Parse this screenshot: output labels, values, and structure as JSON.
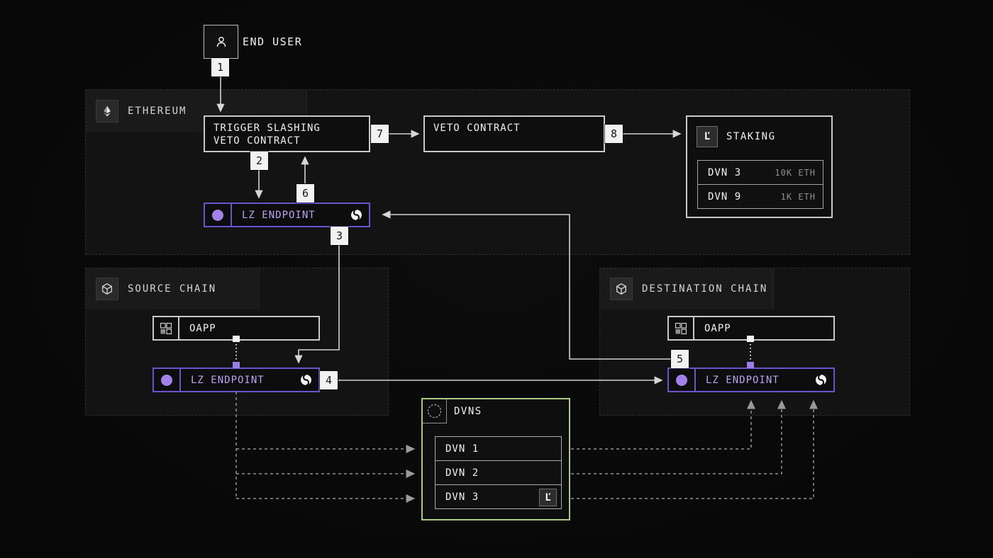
{
  "end_user": {
    "label": "END USER"
  },
  "sections": {
    "ethereum": {
      "label": "ETHEREUM"
    },
    "source": {
      "label": "SOURCE CHAIN"
    },
    "destination": {
      "label": "DESTINATION CHAIN"
    }
  },
  "nodes": {
    "trigger": {
      "line1": "TRIGGER SLASHING",
      "line2": "VETO CONTRACT"
    },
    "veto": {
      "label": "VETO CONTRACT"
    },
    "staking": {
      "label": "STAKING",
      "rows": [
        {
          "name": "DVN 3",
          "stake": "10K ETH"
        },
        {
          "name": "DVN 9",
          "stake": "1K ETH"
        }
      ]
    },
    "endpoint_label": "LZ ENDPOINT",
    "oapp_label": "OAPP",
    "dvns": {
      "label": "DVNS",
      "rows": [
        "DVN 1",
        "DVN 2",
        "DVN 3"
      ]
    }
  },
  "steps": [
    "1",
    "2",
    "3",
    "4",
    "5",
    "6",
    "7",
    "8"
  ],
  "colors": {
    "endpoint_purple": "#6c52cc",
    "endpoint_text_purple": "#b9a3f2",
    "dvns_green": "#a8cb82",
    "badge_bg": "#f2f2f2",
    "panel_bg": "#131313"
  }
}
